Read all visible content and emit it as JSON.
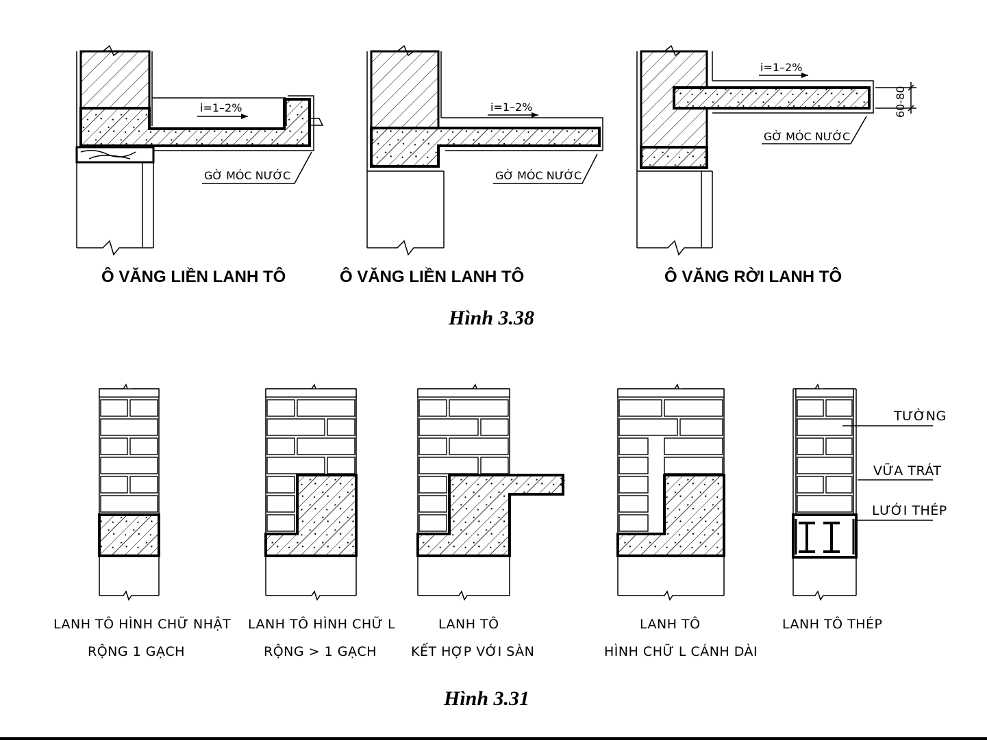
{
  "figure_top": {
    "caption": "Hình 3.38",
    "panels": [
      {
        "title": "Ô VĂNG LIỀN LANH TÔ",
        "slope": "i=1–2%",
        "drip": "GỜ MÓC NƯỚC"
      },
      {
        "title": "Ô VĂNG LIỀN LANH TÔ",
        "slope": "i=1–2%",
        "drip": "GỜ MÓC NƯỚC"
      },
      {
        "title": "Ô VĂNG RỜI LANH TÔ",
        "slope": "i=1–2%",
        "drip": "GỜ MÓC NƯỚC",
        "dimension": "60-80"
      }
    ]
  },
  "figure_bottom": {
    "caption": "Hình 3.31",
    "panels": [
      {
        "line1": "LANH TÔ HÌNH CHỮ NHẬT",
        "line2": "RỘNG 1 GẠCH"
      },
      {
        "line1": "LANH TÔ HÌNH CHỮ L",
        "line2": "RỘNG > 1 GẠCH"
      },
      {
        "line1": "LANH TÔ",
        "line2": "KẾT HỢP VỚI SÀN"
      },
      {
        "line1": "LANH TÔ",
        "line2": "HÌNH CHỮ L CÁNH DÀI"
      },
      {
        "line1": "LANH TÔ THÉP",
        "line2": ""
      }
    ],
    "labels": {
      "wall": "TƯỜNG",
      "plaster": "VỮA TRÁT",
      "mesh": "LƯỚI THÉP"
    }
  }
}
